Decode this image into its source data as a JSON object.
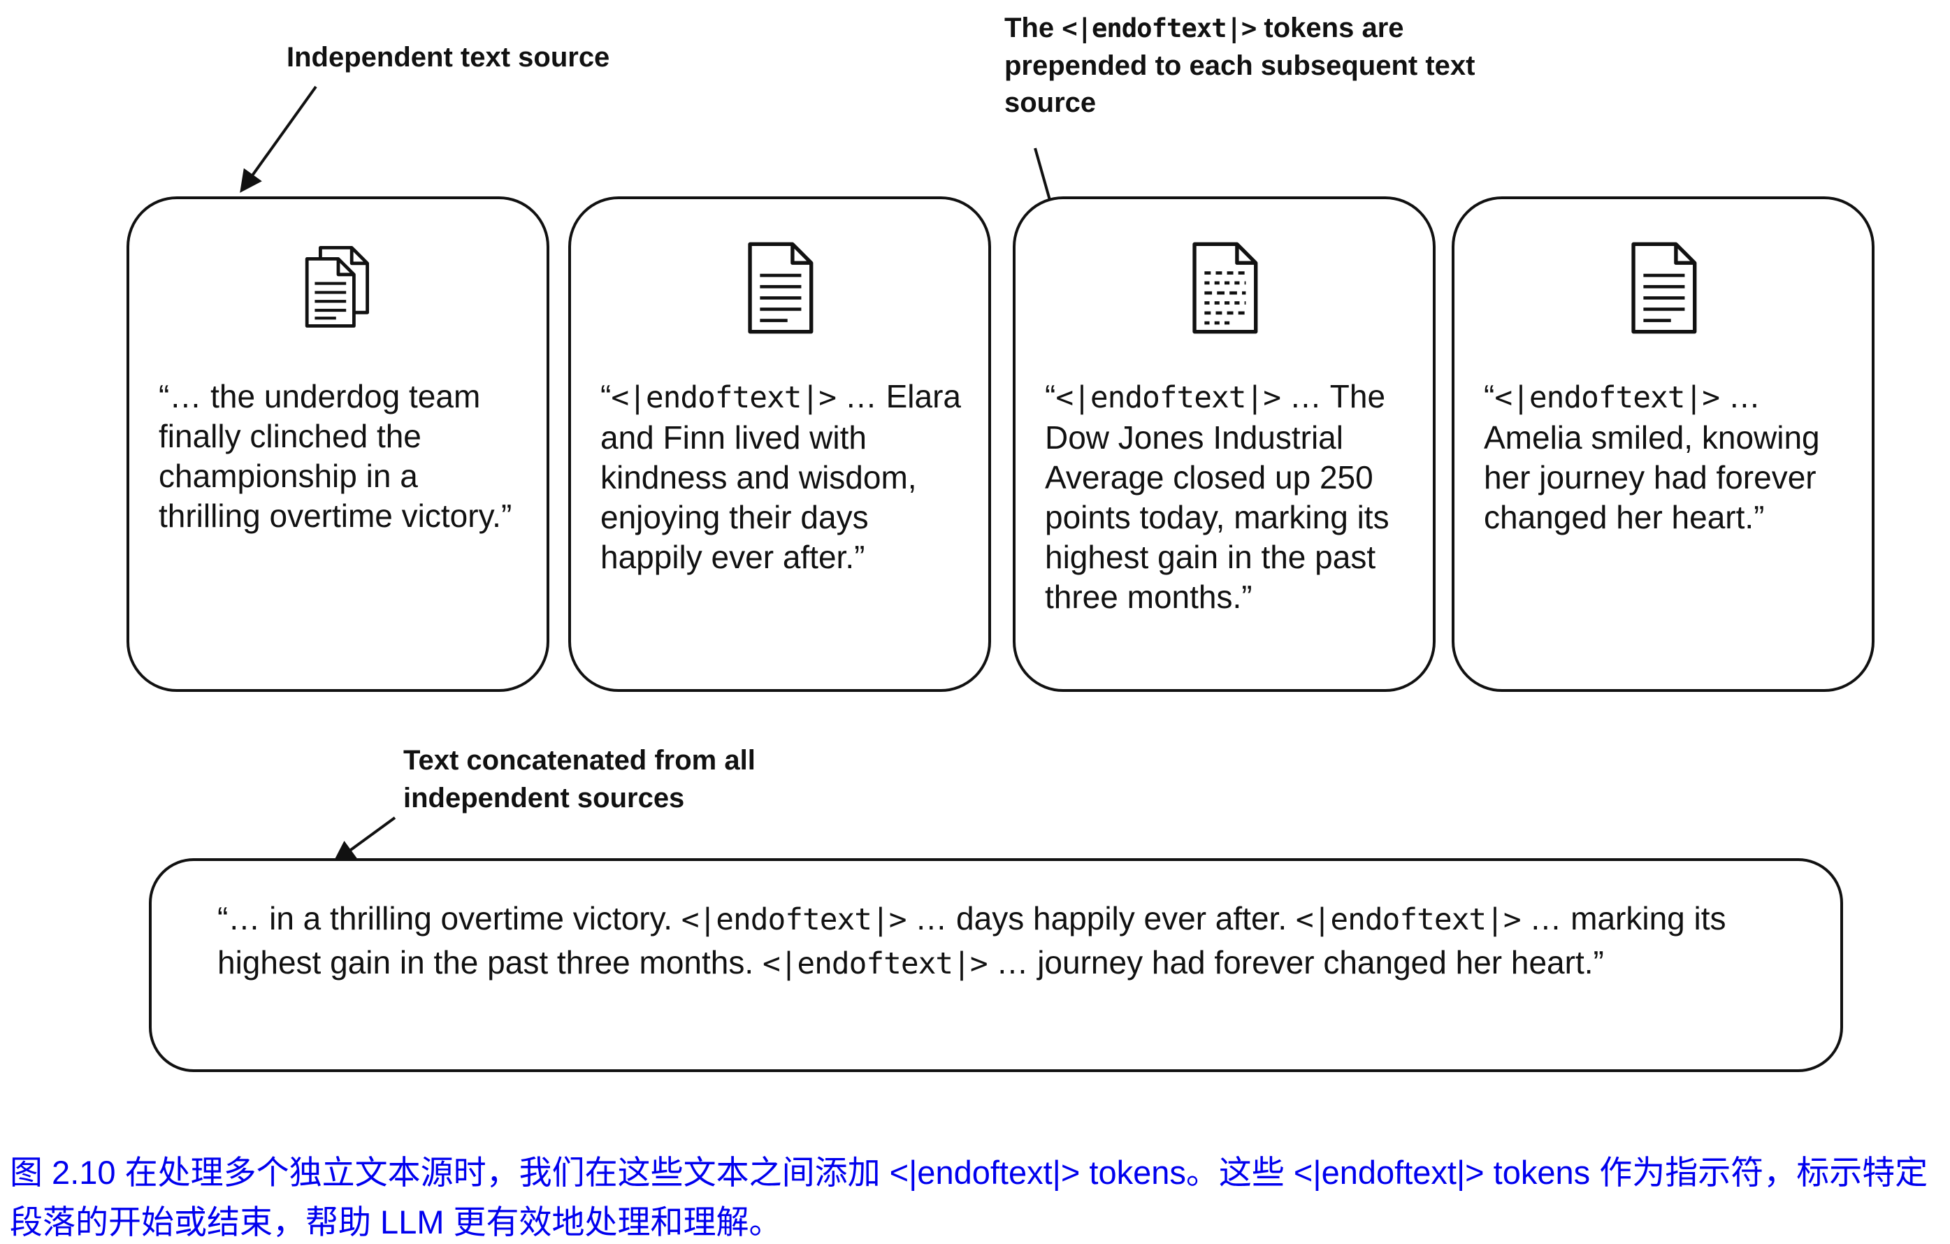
{
  "annotations": {
    "independent_source": "Independent text source",
    "prepended_tokens": "The <|endoftext|> tokens are prepended to each subsequent text source",
    "concatenated_label": "Text concatenated from all independent sources"
  },
  "sources": [
    {
      "icon": "documents-stack-icon",
      "text": "“… the underdog team finally clinched the championship in a thrilling overtime victory.”"
    },
    {
      "icon": "document-icon",
      "text": "“<|endoftext|> … Elara and Finn lived with kindness and wisdom, enjoying their days happily ever after.”"
    },
    {
      "icon": "document-dashed-icon",
      "text": "“<|endoftext|> … The Dow Jones Industrial Average closed up 250 points today, marking its highest gain in the past three months.”"
    },
    {
      "icon": "document-icon",
      "text": "“<|endoftext|> … Amelia smiled, knowing her journey had forever changed her heart.”"
    }
  ],
  "concatenated": {
    "text": "“… in a thrilling overtime victory. <|endoftext|> … days happily ever after. <|endoftext|> … marking its highest gain in the past three months. <|endoftext|> … journey had forever changed her heart.”"
  },
  "caption": {
    "text": "图 2.10 在处理多个独立文本源时，我们在这些文本之间添加 <|endoftext|> tokens。这些 <|endoftext|> tokens 作为指示符，标示特定段落的开始或结束，帮助 LLM 更有效地处理和理解。",
    "color": "#0000ee"
  },
  "colors": {
    "stroke": "#111111",
    "text": "#111111",
    "background": "#ffffff"
  }
}
